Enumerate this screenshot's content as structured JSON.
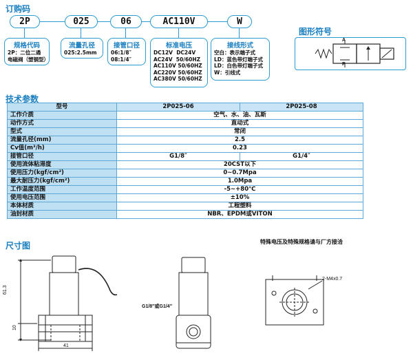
{
  "order": {
    "title": "订购码",
    "codes": [
      "2P",
      "025",
      "06",
      "AC110V",
      "W"
    ],
    "boxes": [
      {
        "title": "规格代码",
        "lines": [
          "2P：二位二通",
          "电磁阀（塑钢型）"
        ]
      },
      {
        "title": "流量孔径",
        "lines": [
          "025:2.5mm"
        ]
      },
      {
        "title": "接管口径",
        "lines": [
          "06:1/8″",
          "08:1/4″"
        ]
      },
      {
        "title": "标准电压",
        "lines": [
          "DC12V  DC24V",
          "AC24V  50/60HZ",
          "AC110V 50/60HZ",
          "AC220V 50/60HZ",
          "AC380V 50/60HZ"
        ]
      },
      {
        "title": "接线形式",
        "lines": [
          "空白：表示端子式",
          "LD：蓝色带灯端子式",
          "LD：白色带灯端子式",
          "W：引线式"
        ]
      }
    ]
  },
  "symbol": {
    "title": "图形符号",
    "port_a": "A",
    "port_p": "P"
  },
  "spec": {
    "title": "技术参数",
    "header": {
      "label": "型号",
      "col1": "2P025-06",
      "col2": "2P025-08"
    },
    "rows": [
      {
        "label": "工作介质",
        "value": "空气、水、油、瓦斯"
      },
      {
        "label": "动作方式",
        "value": "直动式"
      },
      {
        "label": "型式",
        "value": "常闭"
      },
      {
        "label": "流量孔径(mm)",
        "value": "2.5"
      },
      {
        "label": "Cv值(m³/h)",
        "value": "0.23"
      },
      {
        "label": "接管口径",
        "v1": "G1/8″",
        "v2": "G1/4″"
      },
      {
        "label": "使用流体粘滞度",
        "value": "20CST以下"
      },
      {
        "label": "使用压力(kgf/cm²)",
        "value": "0~0.7Mpa"
      },
      {
        "label": "最大耐压力(kgf/cm²)",
        "value": "1.0Mpa"
      },
      {
        "label": "工作温度范围",
        "value": "-5~+80℃"
      },
      {
        "label": "使用电压范围",
        "value": "±10%"
      },
      {
        "label": "本体材质",
        "value": "工程塑料"
      },
      {
        "label": "油封材质",
        "value": "NBR、EPDM或VITON"
      }
    ],
    "note": "特殊电压及特殊规格请与厂方接洽"
  },
  "dims": {
    "title": "尺寸图",
    "height": "61.3",
    "base": "10",
    "width": "41",
    "port": "G1/8″或G1/4″",
    "thread": "2-M4x0.7"
  },
  "colors": {
    "accent": "#2a9bd3",
    "title": "#1a7fc0",
    "cell": "#bfe0f3"
  }
}
